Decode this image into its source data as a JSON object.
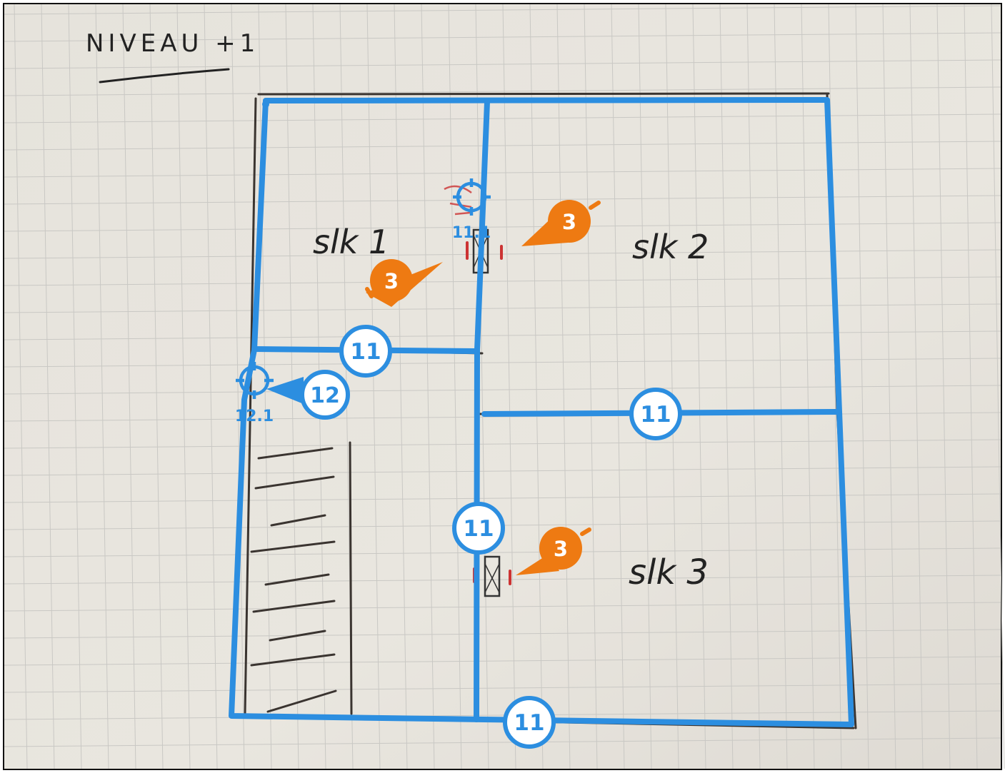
{
  "page_title": "NIVEAU +1",
  "rooms": [
    {
      "label": "slk 1"
    },
    {
      "label": "slk 2"
    },
    {
      "label": "slk 3"
    }
  ],
  "wall_markers": [
    {
      "number": "11"
    },
    {
      "number": "11"
    },
    {
      "number": "11"
    },
    {
      "number": "11"
    }
  ],
  "door_markers": [
    {
      "number": "3"
    },
    {
      "number": "3"
    },
    {
      "number": "3"
    }
  ],
  "detector_markers": [
    {
      "number": "12",
      "label": "12.1"
    },
    {
      "label": "11.1"
    }
  ],
  "colors": {
    "background": "#ffffff",
    "paper": "#e8e5df",
    "grid": "#c9c8c4",
    "ink": "#222222",
    "wall_blue": "#2c8ee0",
    "marker_blue": "#2c8ee0",
    "marker_orange": "#ee7a12",
    "door_red": "#cc3333"
  }
}
